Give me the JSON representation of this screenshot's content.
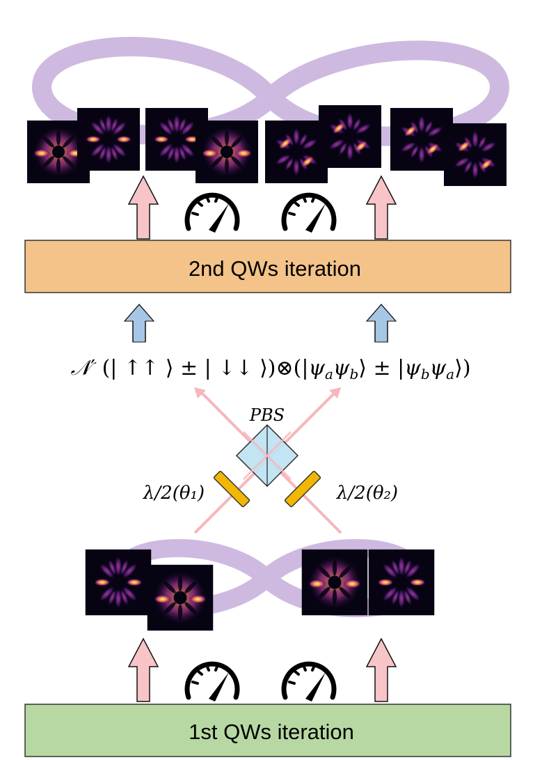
{
  "boxes": {
    "top_label": "2nd QWs iteration",
    "bottom_label": "1st QWs iteration",
    "top_color": "#f3c389",
    "bottom_color": "#b7d8a2"
  },
  "formula": "𝒩′ (| ↑↑ ⟩ ± | ↓↓ ⟩)⊗(|ψ_aψ_b⟩ ± |ψ_bψ_a⟩)",
  "labels": {
    "pbs": "PBS",
    "waveplate_left": "λ/2(θ₁)",
    "waveplate_right": "λ/2(θ₂)"
  },
  "icons": [
    "gauge-icon",
    "gauge-icon",
    "gauge-icon",
    "gauge-icon"
  ],
  "colors": {
    "infinity_loop": "#c9b3dd",
    "pink_arrow": "#f7c4c8",
    "blue_arrow": "#a6c6e6",
    "beam": "#f6b6bc",
    "pbs_fill": "#bfe3f3",
    "waveplate": "#f2b705"
  }
}
